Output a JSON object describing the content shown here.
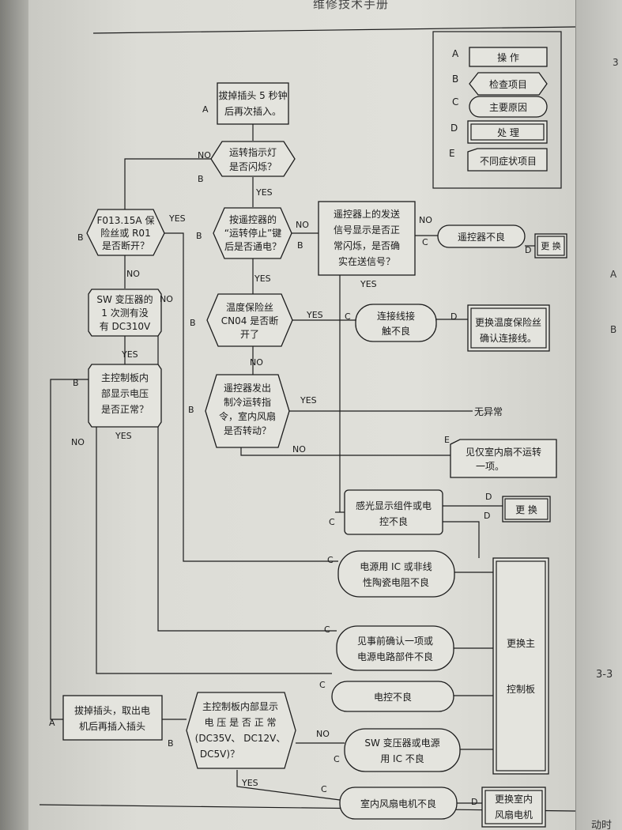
{
  "header": {
    "title": "维修技术手册"
  },
  "right_page_labels": [
    "3",
    "A",
    "B",
    "3-3",
    "动时"
  ],
  "legend": {
    "items": [
      {
        "letter": "A",
        "label": "操    作",
        "shape": "rectangle"
      },
      {
        "letter": "B",
        "label": "检查项目",
        "shape": "hexagon"
      },
      {
        "letter": "C",
        "label": "主要原因",
        "shape": "rounded"
      },
      {
        "letter": "D",
        "label": "处    理",
        "shape": "double-rectangle"
      },
      {
        "letter": "E",
        "label": "不同症状项目",
        "shape": "tab"
      }
    ]
  },
  "flow": {
    "nodes": {
      "n1": {
        "type": "A",
        "lines": [
          "拔掉插头 5 秒钟",
          "后再次插入。"
        ]
      },
      "n2": {
        "type": "B",
        "lines": [
          "运转指示灯",
          "是否闪烁？"
        ]
      },
      "n3": {
        "type": "B",
        "lines": [
          "F013.15A 保",
          "险丝或 R01",
          "是否断开？"
        ]
      },
      "n4": {
        "type": "B",
        "lines": [
          "按遥控器的",
          "“运转停止”键",
          "后是否通电？"
        ]
      },
      "n5": {
        "type": "B",
        "lines": [
          "遥控器上的发送",
          "信号显示是否正",
          "常闪烁，是否确",
          "实在送信号？"
        ]
      },
      "n6": {
        "type": "C",
        "lines": [
          "遥控器不良"
        ]
      },
      "n7": {
        "type": "D",
        "lines": [
          "更 换"
        ]
      },
      "n8": {
        "type": "B",
        "lines": [
          "SW 变压器的",
          "1 次测有没",
          "有 DC310V"
        ]
      },
      "n9": {
        "type": "B",
        "lines": [
          "温度保险丝",
          "CN04 是否断",
          "开了"
        ]
      },
      "n10": {
        "type": "C",
        "lines": [
          "连接线接",
          "触不良"
        ]
      },
      "n11": {
        "type": "D",
        "lines": [
          "更换温度保险丝",
          "确认连接线。"
        ]
      },
      "n12": {
        "type": "B",
        "lines": [
          "主控制板内",
          "部显示电压",
          "是否正常？"
        ]
      },
      "n13": {
        "type": "B",
        "lines": [
          "遥控器发出",
          "制冷运转指",
          "令，室内风扇",
          "是否转动？"
        ]
      },
      "n14": {
        "type": "text",
        "lines": [
          "无异常"
        ]
      },
      "n15": {
        "type": "E",
        "lines": [
          "见仅室内扇不运转",
          "一项。"
        ]
      },
      "n16": {
        "type": "C",
        "lines": [
          "感光显示组件或电",
          "控不良"
        ]
      },
      "n17": {
        "type": "D",
        "lines": [
          "更 换"
        ]
      },
      "n18": {
        "type": "C",
        "lines": [
          "电源用 IC 或非线",
          "性陶瓷电阻不良"
        ]
      },
      "n19": {
        "type": "C",
        "lines": [
          "见事前确认一项或",
          "电源电路部件不良"
        ]
      },
      "n20": {
        "type": "D",
        "lines": [
          "更换主",
          "控制板"
        ]
      },
      "n21": {
        "type": "C",
        "lines": [
          "电控不良"
        ]
      },
      "n22": {
        "type": "A",
        "lines": [
          "拔掉插头，取出电",
          "机后再插入插头"
        ]
      },
      "n23": {
        "type": "B",
        "lines": [
          "主控制板内部显示",
          "电 压 是 否 正 常",
          "(DC35V、 DC12V、",
          "DC5V)？"
        ]
      },
      "n24": {
        "type": "C",
        "lines": [
          "SW 变压器或电源",
          "用 IC 不良"
        ]
      },
      "n25": {
        "type": "C",
        "lines": [
          "室内风扇电机不良"
        ]
      },
      "n26": {
        "type": "D",
        "lines": [
          "更换室内",
          "风扇电机"
        ]
      }
    },
    "branch_labels": {
      "yes": "YES",
      "no": "NO"
    },
    "type_letters": {
      "a": "A",
      "b": "B",
      "c": "C",
      "d": "D",
      "e": "E"
    }
  }
}
